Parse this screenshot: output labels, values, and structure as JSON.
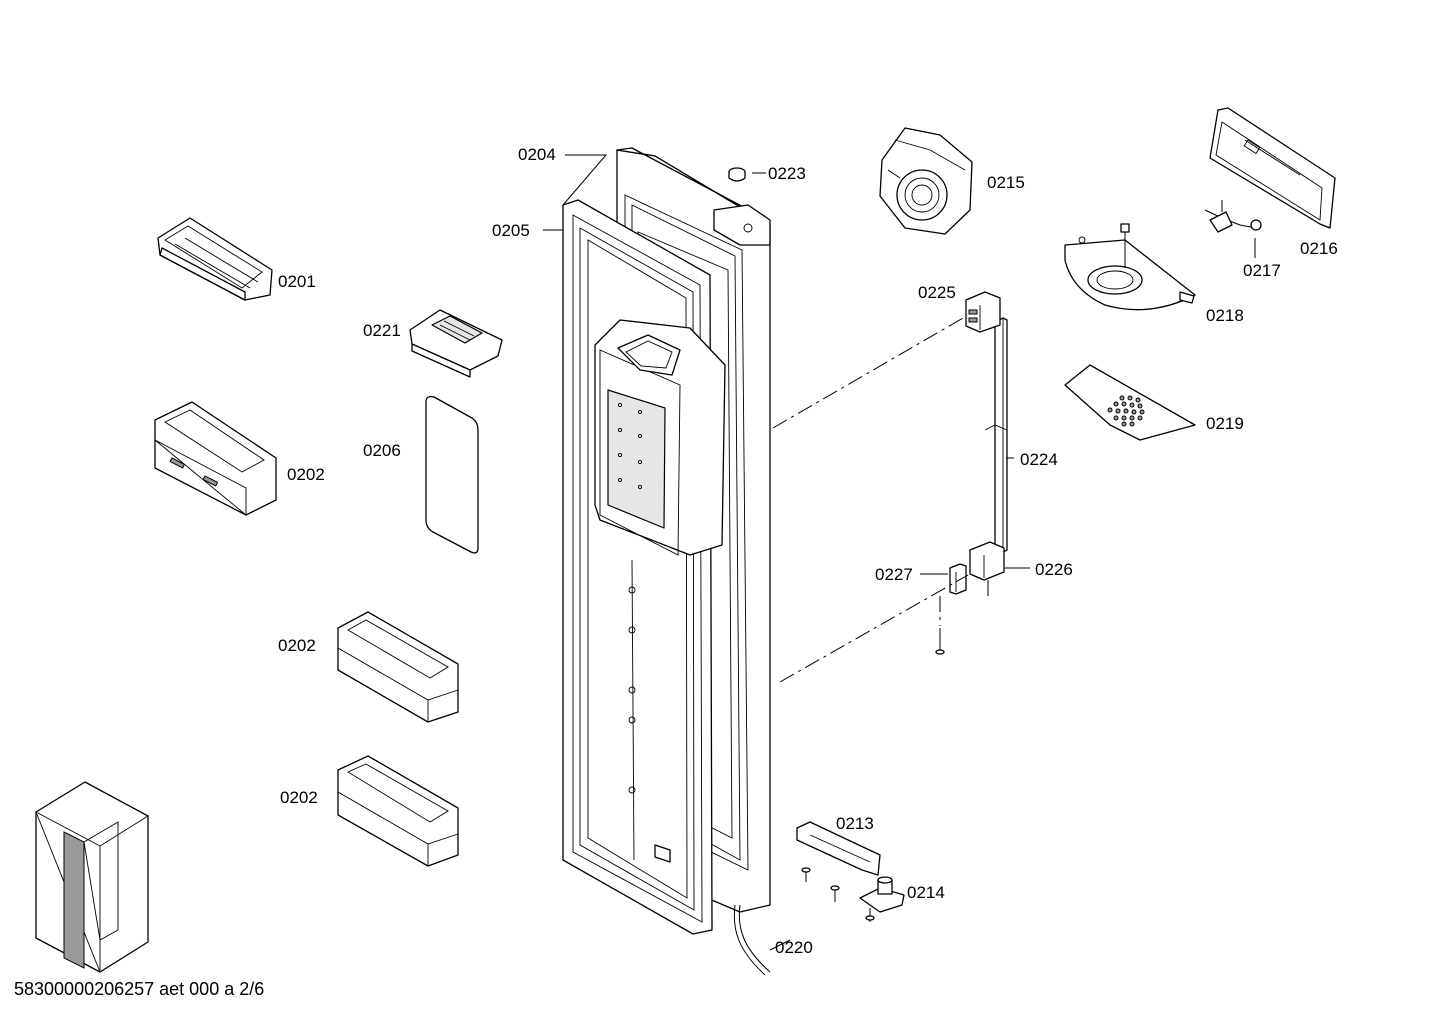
{
  "labels": {
    "l0201": "0201",
    "l0202a": "0202",
    "l0202b": "0202",
    "l0202c": "0202",
    "l0204": "0204",
    "l0205": "0205",
    "l0206": "0206",
    "l0213": "0213",
    "l0214": "0214",
    "l0215": "0215",
    "l0216": "0216",
    "l0217": "0217",
    "l0218": "0218",
    "l0219": "0219",
    "l0220": "0220",
    "l0221": "0221",
    "l0223": "0223",
    "l0224": "0224",
    "l0225": "0225",
    "l0226": "0226",
    "l0227": "0227"
  },
  "footer": {
    "code": "58300000206257 aet 000 a 2/6"
  }
}
